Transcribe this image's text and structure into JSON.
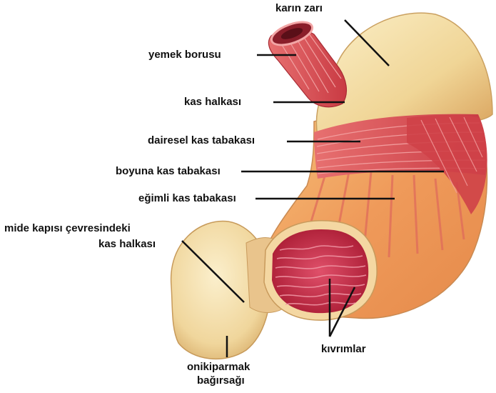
{
  "labels": {
    "karin_zari": "karın zarı",
    "yemek_borusu": "yemek borusu",
    "kas_halkasi": "kas halkası",
    "dairesel": "dairesel kas tabakası",
    "boyuna": "boyuna kas tabakası",
    "egimli": "eğimli kas tabakası",
    "mide_kapisi_line1": "mide kapısı çevresindeki",
    "mide_kapisi_line2": "kas halkası",
    "onikiparmak_line1": "onikiparmak",
    "onikiparmak_line2": "bağırsağı",
    "kivrimlar": "kıvrımlar"
  },
  "colors": {
    "serosa": "#f2dba2",
    "muscle": "#d94a4f",
    "muscle_stripe": "#f3a0a0",
    "mucosa": "#c8233f",
    "leader": "#111111"
  }
}
